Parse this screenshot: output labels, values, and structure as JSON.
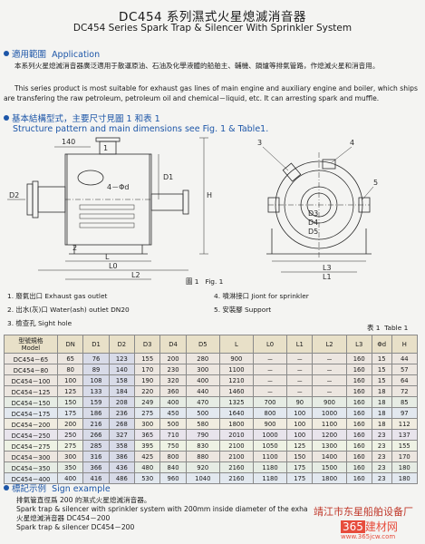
{
  "title_cn": "DC454 系列濕式火星熄滅消音器",
  "title_en": "DC454 Series Spark Trap & Silencer With Sprinkler System",
  "application": {
    "heading_cn": "適用範圍",
    "heading_en": "Application",
    "text_cn": "本系列火星熄滅消音器廣泛適用于散運原油、石油及化學液體的船舶主、輔機、鍋爐等排氣管路，作熄滅火星和消音用。",
    "text_en": "This series product is most suitable for exhaust gas lines of main engine and auxiliary engine and boiler, which ships are transfering the raw petroleum, petroleum oil and chemical－liquid, etc. It can arresting spark and muffle."
  },
  "structure": {
    "heading_cn": "基本結構型式，主要尺寸見圖 1 和表 1",
    "heading_en": "Structure pattern and main dimensions see Fig. 1 & Table1."
  },
  "figure": {
    "dim_140": "140",
    "dim_phi_d": "4－Φd",
    "dim_d1": "D1",
    "dim_d2": "D2",
    "dim_l": "L",
    "dim_l0": "L0",
    "dim_l2": "L2",
    "dim_l3": "L3",
    "dim_l1": "L1",
    "dim_h": "H",
    "dim_d3": "D3",
    "dim_d4": "D4",
    "dim_d5": "D5",
    "callout_1": "1",
    "callout_2": "2",
    "callout_3": "3",
    "callout_4": "4",
    "callout_5": "5",
    "caption_cn": "圖 1",
    "caption_en": "Fig. 1"
  },
  "legend": [
    {
      "num": "1.",
      "cn": "廢氣出口",
      "en": "Exhaust gas outlet"
    },
    {
      "num": "4.",
      "cn": "噴淋接口",
      "en": "Jiont for sprinkler"
    },
    {
      "num": "2.",
      "cn": "出水(灰)口",
      "en": "Water(ash) outlet DN20"
    },
    {
      "num": "5.",
      "cn": "安裝腳",
      "en": "Support"
    },
    {
      "num": "3.",
      "cn": "檢查孔",
      "en": "Sight hole"
    }
  ],
  "table_caption": {
    "cn": "表 1",
    "en": "Table 1"
  },
  "table": {
    "model_header_cn": "型號規格",
    "model_header_en": "Model",
    "headers": [
      "DN",
      "D1",
      "D2",
      "D3",
      "D4",
      "D5",
      "L",
      "L0",
      "L1",
      "L2",
      "L3",
      "Φd",
      "H"
    ],
    "rows": [
      [
        "DC454－65",
        "65",
        "76",
        "123",
        "155",
        "200",
        "280",
        "900",
        "－",
        "－",
        "－",
        "160",
        "15",
        "44"
      ],
      [
        "DC454－80",
        "80",
        "89",
        "140",
        "170",
        "230",
        "300",
        "1100",
        "－",
        "－",
        "－",
        "160",
        "15",
        "57"
      ],
      [
        "DC454－100",
        "100",
        "108",
        "158",
        "190",
        "320",
        "400",
        "1210",
        "－",
        "－",
        "－",
        "160",
        "15",
        "64"
      ],
      [
        "DC454－125",
        "125",
        "133",
        "184",
        "220",
        "360",
        "440",
        "1460",
        "－",
        "－",
        "－",
        "160",
        "18",
        "72"
      ],
      [
        "DC454－150",
        "150",
        "159",
        "208",
        "249",
        "400",
        "470",
        "1325",
        "700",
        "90",
        "900",
        "160",
        "18",
        "85"
      ],
      [
        "DC454－175",
        "175",
        "186",
        "236",
        "275",
        "450",
        "500",
        "1640",
        "800",
        "100",
        "1000",
        "160",
        "18",
        "97"
      ],
      [
        "DC454－200",
        "200",
        "216",
        "268",
        "300",
        "500",
        "580",
        "1800",
        "900",
        "100",
        "1100",
        "160",
        "18",
        "112"
      ],
      [
        "DC454－250",
        "250",
        "266",
        "327",
        "365",
        "710",
        "790",
        "2010",
        "1000",
        "100",
        "1200",
        "160",
        "23",
        "137"
      ],
      [
        "DC454－275",
        "275",
        "285",
        "358",
        "395",
        "750",
        "830",
        "2100",
        "1050",
        "125",
        "1300",
        "160",
        "23",
        "155"
      ],
      [
        "DC454－300",
        "300",
        "316",
        "386",
        "425",
        "800",
        "880",
        "2100",
        "1100",
        "150",
        "1400",
        "160",
        "23",
        "170"
      ],
      [
        "DC454－350",
        "350",
        "366",
        "436",
        "480",
        "840",
        "920",
        "2160",
        "1180",
        "175",
        "1500",
        "160",
        "23",
        "180"
      ],
      [
        "DC454－400",
        "400",
        "416",
        "486",
        "530",
        "960",
        "1040",
        "2160",
        "1180",
        "175",
        "1800",
        "160",
        "23",
        "180"
      ]
    ]
  },
  "sign": {
    "heading_cn": "標記示例",
    "heading_en": "Sign example",
    "line1_cn": "排氣管直徑爲 200 的濕式火星熄滅消音器。",
    "line2_en": "Spark trap & silencer with sprinkler system with 200mm inside diameter of the exha",
    "line3_cn": "火星熄滅消音器 DC454－200",
    "line4_en": "Spark trap & silencer DC454－200"
  },
  "watermark": {
    "company": "靖江市东星船舶设备厂",
    "site_num": "365",
    "site_cn": "建材网",
    "url": "www.365jcw.com"
  },
  "colors": {
    "accent": "#1d56a8",
    "header_bg": "#e8e0c8",
    "watermark": "#c0392b"
  }
}
